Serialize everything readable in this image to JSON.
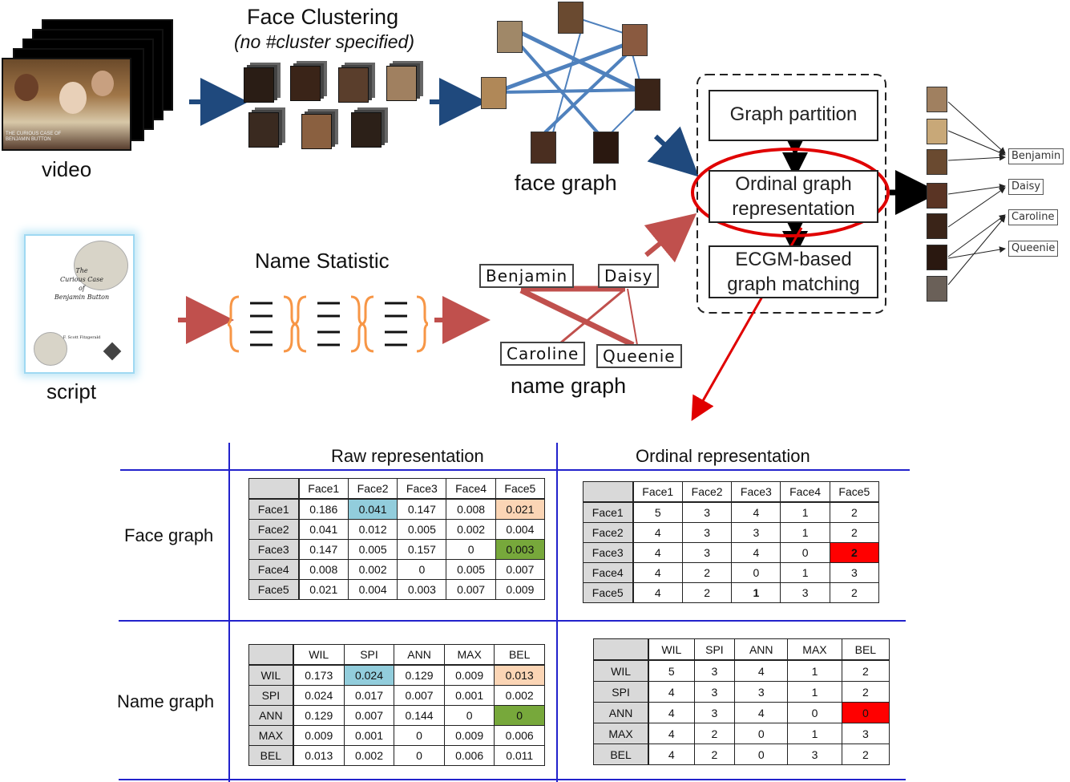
{
  "pipeline": {
    "video_label": "video",
    "face_clustering_title": "Face Clustering",
    "face_clustering_note": "(no #cluster specified)",
    "face_graph_label": "face graph",
    "script_label": "script",
    "book_title_lines": [
      "The",
      "Curious Case",
      "of",
      "Benjamin Button"
    ],
    "book_author": "F. Scott Fitzgerald",
    "movie_title": "THE CURIOUS CASE OF BENJAMIN BUTTON",
    "name_statistic_title": "Name Statistic",
    "name_graph_label": "name graph",
    "name_nodes": [
      "Benjamin",
      "Daisy",
      "Caroline",
      "Queenie"
    ],
    "method_boxes": [
      "Graph partition",
      "Ordinal graph representation",
      "ECGM-based graph matching"
    ],
    "result_names": [
      "Benjamin",
      "Daisy",
      "Caroline",
      "Queenie"
    ],
    "colors": {
      "blue_arrow": "#1f497d",
      "red_arrow": "#c0504d",
      "bracket": "#f79646",
      "highlight_ellipse": "#e00000",
      "face_edge": "#4f81bd"
    }
  },
  "tables": {
    "col_headers": [
      "Raw representation",
      "Ordinal representation"
    ],
    "row_headers": [
      "Face graph",
      "Name graph"
    ],
    "face_raw": {
      "header": [
        "",
        "Face1",
        "Face2",
        "Face3",
        "Face4",
        "Face5"
      ],
      "rows": [
        [
          "Face1",
          "0.186",
          "0.041",
          "0.147",
          "0.008",
          "0.021"
        ],
        [
          "Face2",
          "0.041",
          "0.012",
          "0.005",
          "0.002",
          "0.004"
        ],
        [
          "Face3",
          "0.147",
          "0.005",
          "0.157",
          "0",
          "0.003"
        ],
        [
          "Face4",
          "0.008",
          "0.002",
          "0",
          "0.005",
          "0.007"
        ],
        [
          "Face5",
          "0.021",
          "0.004",
          "0.003",
          "0.007",
          "0.009"
        ]
      ]
    },
    "face_ordinal": {
      "header": [
        "",
        "Face1",
        "Face2",
        "Face3",
        "Face4",
        "Face5"
      ],
      "rows": [
        [
          "Face1",
          "5",
          "3",
          "4",
          "1",
          "2"
        ],
        [
          "Face2",
          "4",
          "3",
          "3",
          "1",
          "2"
        ],
        [
          "Face3",
          "4",
          "3",
          "4",
          "0",
          "2"
        ],
        [
          "Face4",
          "4",
          "2",
          "0",
          "1",
          "3"
        ],
        [
          "Face5",
          "4",
          "2",
          "1",
          "3",
          "2"
        ]
      ]
    },
    "name_raw": {
      "header": [
        "",
        "WIL",
        "SPI",
        "ANN",
        "MAX",
        "BEL"
      ],
      "rows": [
        [
          "WIL",
          "0.173",
          "0.024",
          "0.129",
          "0.009",
          "0.013"
        ],
        [
          "SPI",
          "0.024",
          "0.017",
          "0.007",
          "0.001",
          "0.002"
        ],
        [
          "ANN",
          "0.129",
          "0.007",
          "0.144",
          "0",
          "0"
        ],
        [
          "MAX",
          "0.009",
          "0.001",
          "0",
          "0.009",
          "0.006"
        ],
        [
          "BEL",
          "0.013",
          "0.002",
          "0",
          "0.006",
          "0.011"
        ]
      ]
    },
    "name_ordinal": {
      "header": [
        "",
        "WIL",
        "SPI",
        "ANN",
        "MAX",
        "BEL"
      ],
      "rows": [
        [
          "WIL",
          "5",
          "3",
          "4",
          "1",
          "2"
        ],
        [
          "SPI",
          "4",
          "3",
          "3",
          "1",
          "2"
        ],
        [
          "ANN",
          "4",
          "3",
          "4",
          "0",
          "0"
        ],
        [
          "MAX",
          "4",
          "2",
          "0",
          "1",
          "3"
        ],
        [
          "BEL",
          "4",
          "2",
          "0",
          "3",
          "2"
        ]
      ]
    }
  }
}
